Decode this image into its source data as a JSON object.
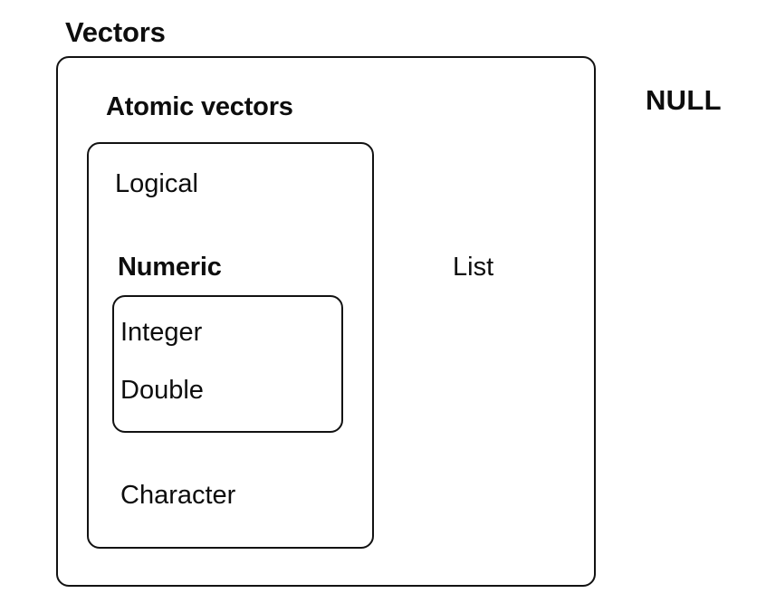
{
  "diagram": {
    "type": "nested-set-containment",
    "title_visible": false,
    "background_color": "#ffffff",
    "stroke_color": "#121212",
    "text_color": "#0d0d0d",
    "sets": {
      "vectors": {
        "label": "Vectors",
        "emphasis": "bold",
        "label_position": "outside-above-left",
        "contains": [
          "atomic_vectors",
          "list"
        ]
      },
      "atomic_vectors": {
        "label": "Atomic vectors",
        "emphasis": "bold",
        "label_position": "inside-above-left",
        "contains": [
          "logical",
          "numeric",
          "character"
        ]
      },
      "numeric": {
        "label": "Numeric",
        "emphasis": "bold",
        "label_position": "outside-above-left",
        "contains": [
          "integer",
          "double"
        ]
      }
    },
    "leaves": {
      "logical": {
        "label": "Logical",
        "emphasis": "regular"
      },
      "integer": {
        "label": "Integer",
        "emphasis": "regular"
      },
      "double": {
        "label": "Double",
        "emphasis": "regular"
      },
      "character": {
        "label": "Character",
        "emphasis": "regular"
      },
      "list": {
        "label": "List",
        "emphasis": "regular"
      }
    },
    "outside": {
      "null_type": {
        "label": "NULL",
        "emphasis": "bold"
      }
    }
  }
}
